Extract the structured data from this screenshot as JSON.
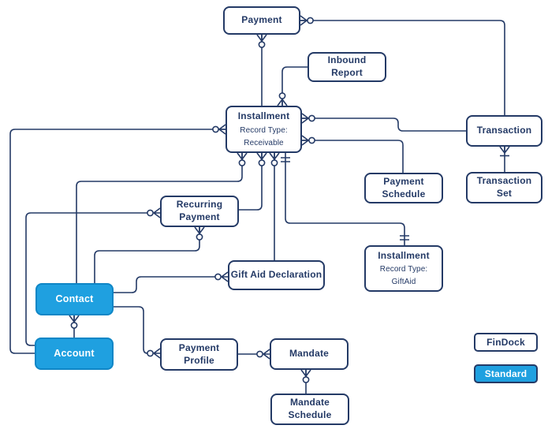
{
  "colors": {
    "navy": "#243a66",
    "standard_blue": "#1fa0e0",
    "background": "#ffffff"
  },
  "entities": {
    "payment": {
      "label": "Payment",
      "type": "FinDock"
    },
    "inbound_report": {
      "label": "Inbound Report",
      "type": "FinDock"
    },
    "installment_receivable": {
      "title": "Installment",
      "sub1": "Record Type:",
      "sub2": "Receivable",
      "type": "FinDock"
    },
    "transaction": {
      "label": "Transaction",
      "type": "FinDock"
    },
    "payment_schedule": {
      "label": "Payment Schedule",
      "type": "FinDock"
    },
    "transaction_set": {
      "label": "Transaction Set",
      "type": "FinDock"
    },
    "recurring_payment": {
      "label": "Recurring Payment",
      "type": "FinDock"
    },
    "installment_giftaid": {
      "title": "Installment",
      "sub1": "Record Type:",
      "sub2": "GiftAid",
      "type": "FinDock"
    },
    "gift_aid_declaration": {
      "label": "Gift Aid Declaration",
      "type": "FinDock"
    },
    "contact": {
      "label": "Contact",
      "type": "Standard"
    },
    "account": {
      "label": "Account",
      "type": "Standard"
    },
    "payment_profile": {
      "label": "Payment Profile",
      "type": "FinDock"
    },
    "mandate": {
      "label": "Mandate",
      "type": "FinDock"
    },
    "mandate_schedule": {
      "label": "Mandate Schedule",
      "type": "FinDock"
    }
  },
  "legend": {
    "findock": {
      "label": "FinDock"
    },
    "standard": {
      "label": "Standard"
    }
  },
  "relationships": [
    {
      "from": "Payment",
      "to": "Installment (Receivable)",
      "from_end": "zero-or-many",
      "to_end": "one"
    },
    {
      "from": "Payment",
      "to": "Transaction",
      "from_end": "zero-or-many",
      "to_end": "one"
    },
    {
      "from": "Inbound Report",
      "to": "Installment (Receivable)",
      "from_end": "one",
      "to_end": "zero-or-many"
    },
    {
      "from": "Installment (Receivable)",
      "to": "Transaction",
      "from_end": "zero-or-many",
      "to_end": "one"
    },
    {
      "from": "Installment (Receivable)",
      "to": "Payment Schedule",
      "from_end": "zero-or-many",
      "to_end": "one"
    },
    {
      "from": "Installment (Receivable)",
      "to": "Account",
      "from_end": "zero-or-many",
      "to_end": "one"
    },
    {
      "from": "Installment (Receivable)",
      "to": "Contact",
      "from_end": "zero-or-many",
      "to_end": "one"
    },
    {
      "from": "Installment (Receivable)",
      "to": "Recurring Payment",
      "from_end": "zero-or-many",
      "to_end": "one"
    },
    {
      "from": "Installment (Receivable)",
      "to": "Gift Aid Declaration",
      "from_end": "zero-or-many",
      "to_end": "one"
    },
    {
      "from": "Installment (Receivable)",
      "to": "Installment (GiftAid)",
      "from_end": "exactly-one",
      "to_end": "exactly-one"
    },
    {
      "from": "Transaction",
      "to": "Transaction Set",
      "from_end": "one-or-many",
      "to_end": "one"
    },
    {
      "from": "Recurring Payment",
      "to": "Account",
      "from_end": "zero-or-many",
      "to_end": "one"
    },
    {
      "from": "Recurring Payment",
      "to": "Contact",
      "from_end": "zero-or-many",
      "to_end": "one"
    },
    {
      "from": "Contact",
      "to": "Gift Aid Declaration",
      "from_end": "one",
      "to_end": "zero-or-many"
    },
    {
      "from": "Contact",
      "to": "Payment Profile",
      "from_end": "one",
      "to_end": "zero-or-many"
    },
    {
      "from": "Contact",
      "to": "Account",
      "from_end": "zero-or-many",
      "to_end": "one"
    },
    {
      "from": "Payment Profile",
      "to": "Mandate",
      "from_end": "one",
      "to_end": "zero-or-many"
    },
    {
      "from": "Mandate",
      "to": "Mandate Schedule",
      "from_end": "zero-or-many",
      "to_end": "one"
    }
  ]
}
